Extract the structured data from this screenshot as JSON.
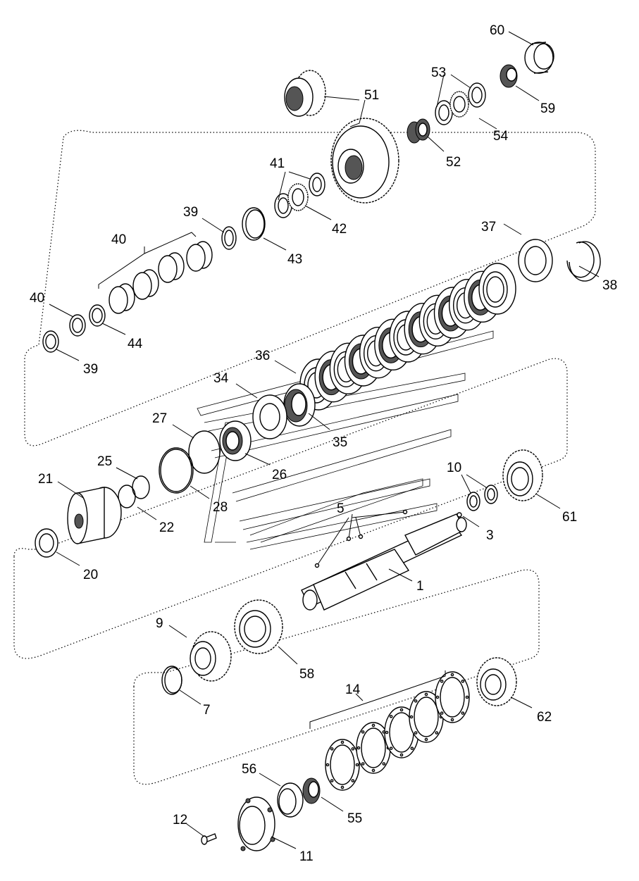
{
  "callouts": [
    "60",
    "53",
    "59",
    "51",
    "54",
    "52",
    "41",
    "42",
    "39",
    "43",
    "40",
    "37",
    "38",
    "40",
    "44",
    "39",
    "36",
    "34",
    "35",
    "27",
    "26",
    "25",
    "21",
    "28",
    "22",
    "10",
    "61",
    "5",
    "3",
    "20",
    "1",
    "9",
    "58",
    "14",
    "7",
    "62",
    "56",
    "55",
    "12",
    "11"
  ]
}
